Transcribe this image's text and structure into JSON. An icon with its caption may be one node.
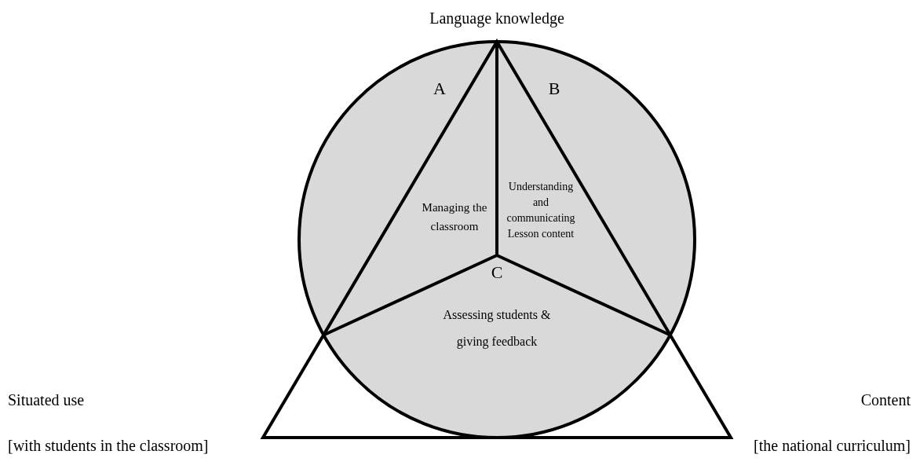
{
  "diagram": {
    "nodes": [
      {
        "text": [
          "A",
          "Managing the classroom"
        ]
      },
      {
        "text": [
          "B",
          "Understanding and communicating Lesson content"
        ]
      },
      {
        "text": [
          "C",
          "Assessing students & giving feedback"
        ]
      }
    ],
    "labels": [
      "Language knowledge",
      "Situated use",
      "Content",
      "[with students in the classroom]",
      "[the national curriculum]"
    ]
  }
}
